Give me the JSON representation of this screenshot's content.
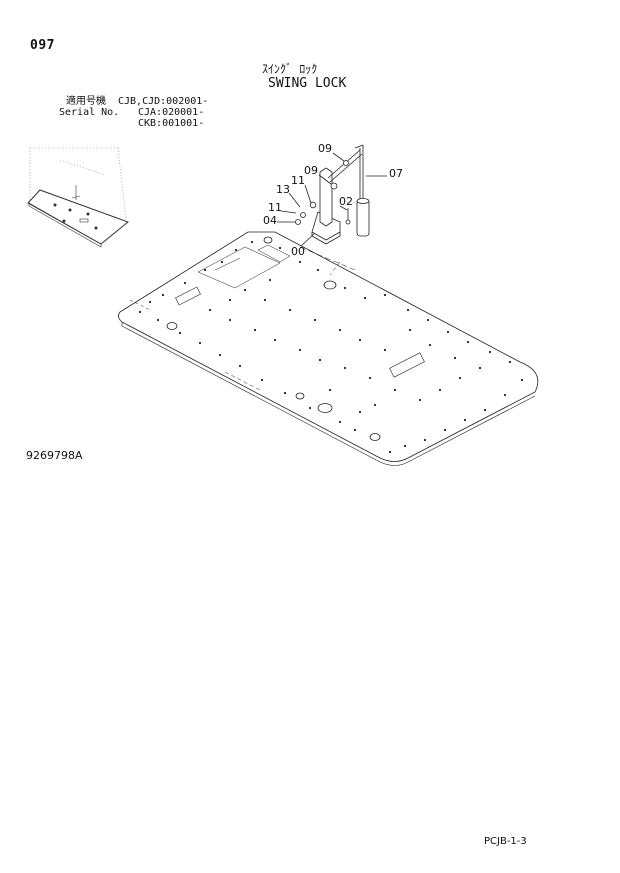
{
  "header": {
    "page_number": "097",
    "title_jp": "ｽｲﾝｸﾞ ﾛｯｸ",
    "title_en": "SWING LOCK"
  },
  "serial": {
    "label_jp": "適用号機",
    "label_en": "Serial No.",
    "lines": [
      "CJB,CJD:002001-",
      "CJA:020001-",
      "CKB:001001-"
    ]
  },
  "callouts": [
    "09",
    "09",
    "11",
    "13",
    "11",
    "04",
    "00",
    "02",
    "07"
  ],
  "footer": {
    "drawing_number": "9269798A",
    "page_code": "PCJB-1-3"
  }
}
